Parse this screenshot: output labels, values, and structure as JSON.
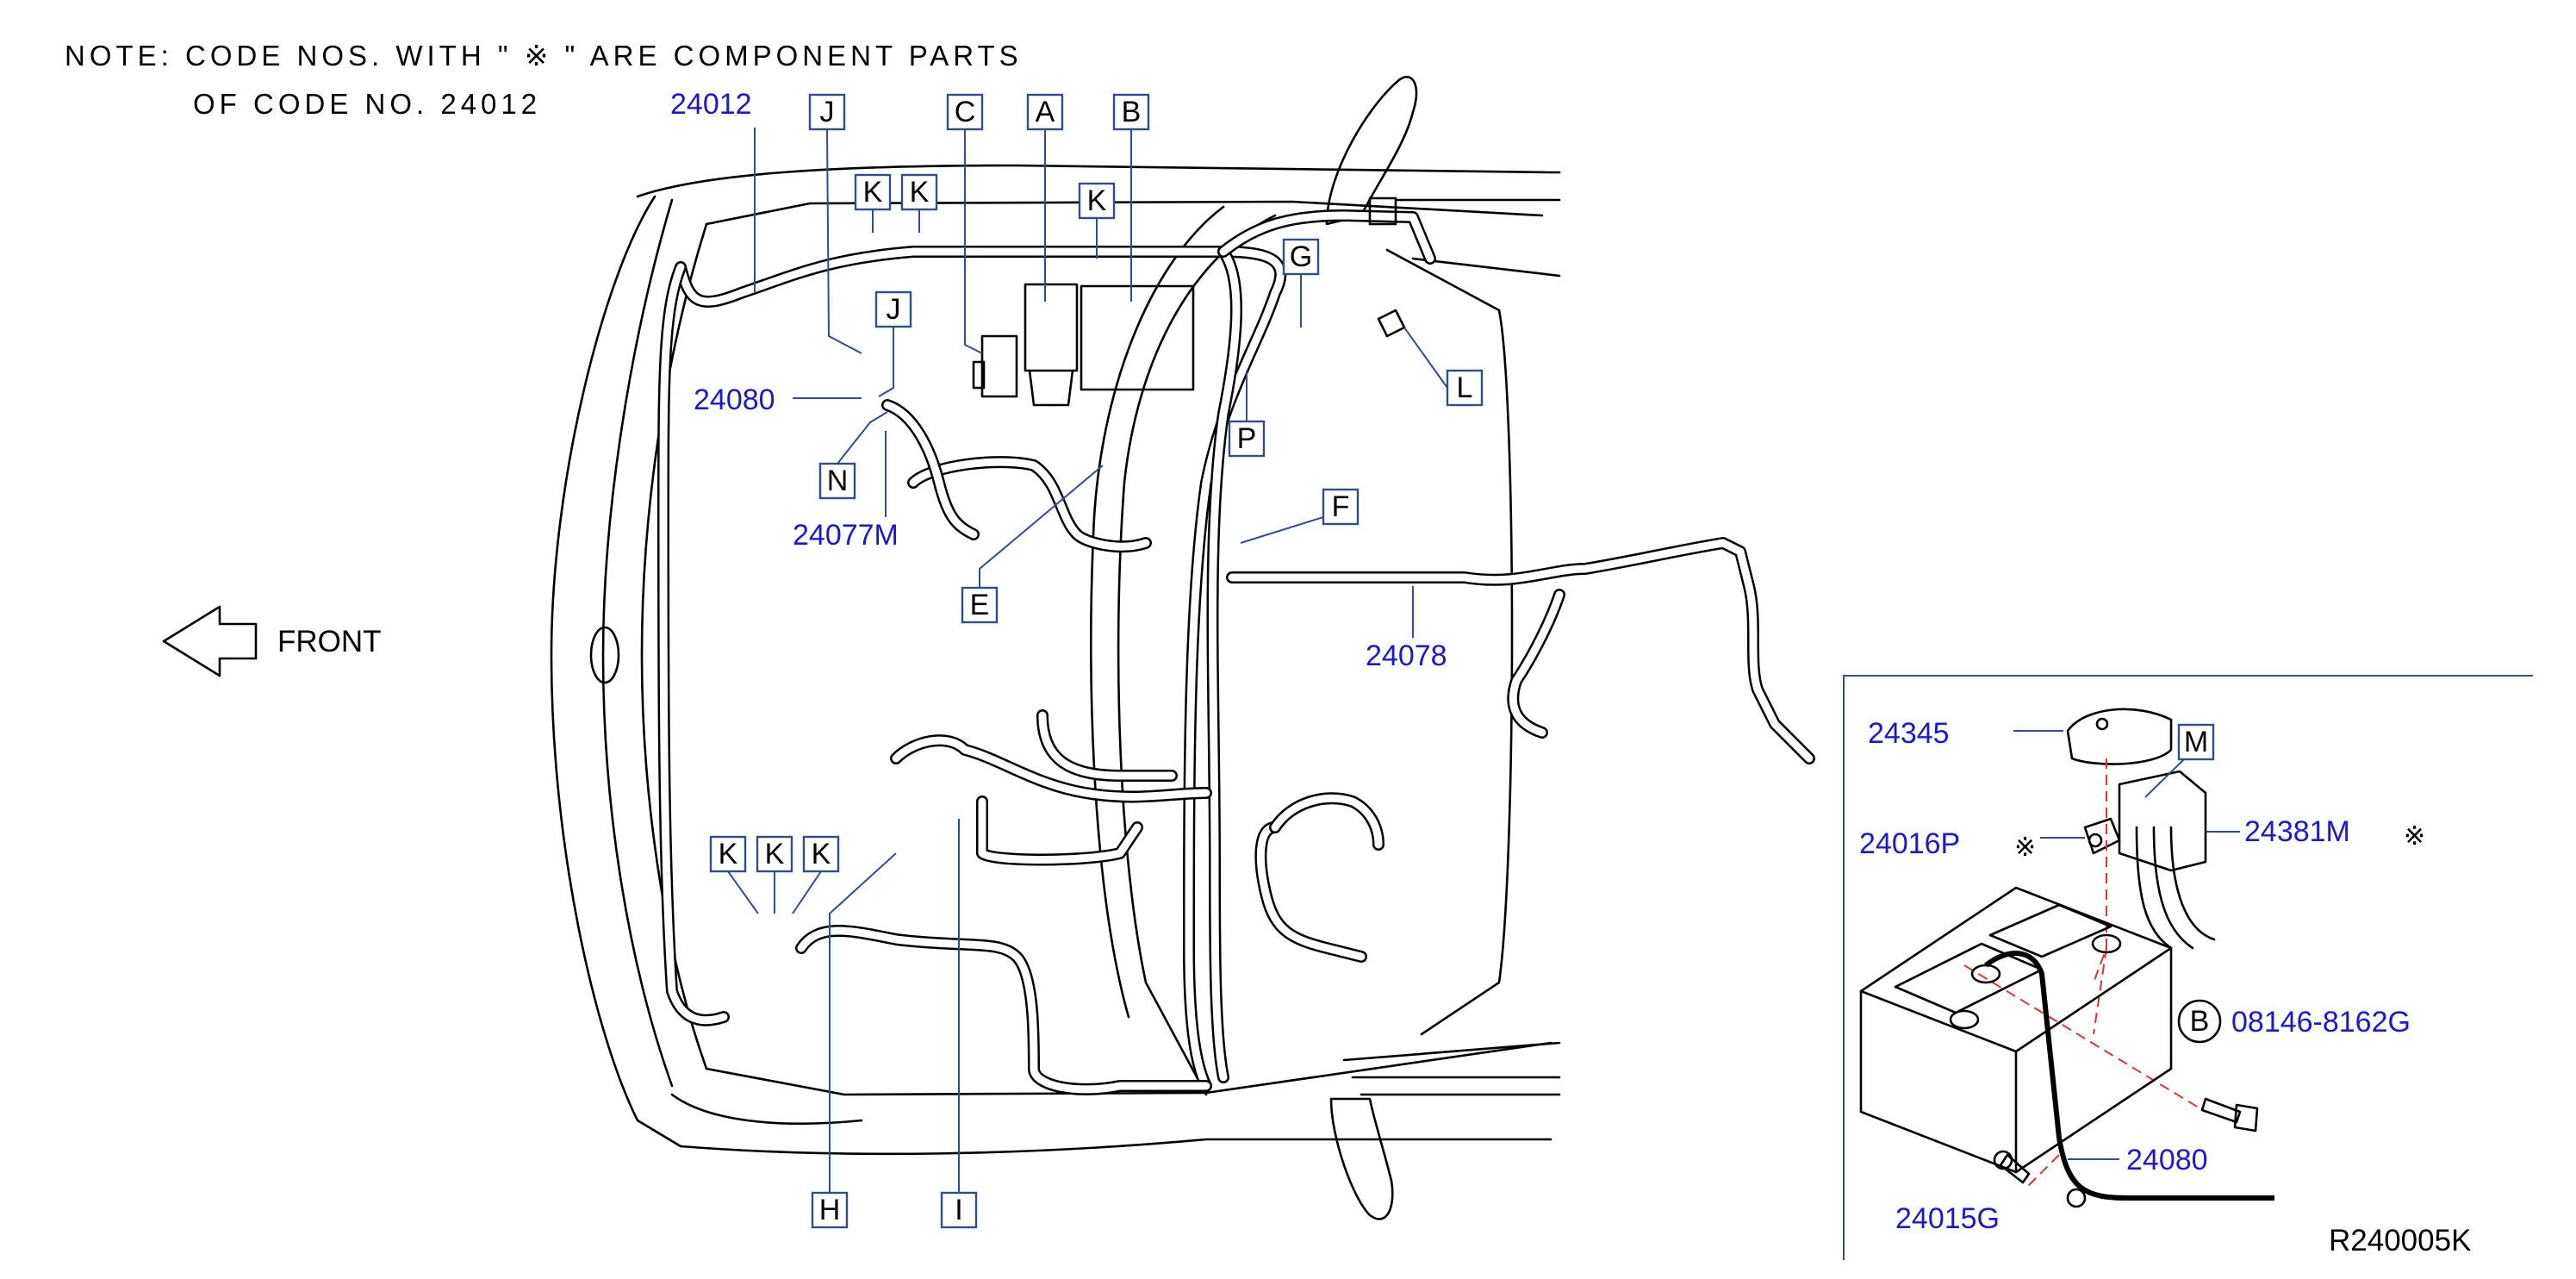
{
  "note": {
    "line1": "NOTE:  CODE NOS. WITH \" ※ \" ARE COMPONENT PARTS",
    "line2": "OF CODE NO. 24012"
  },
  "front_label": "FRONT",
  "drawing_code": "R240005K",
  "callouts": {
    "A": "A",
    "B": "B",
    "C": "C",
    "E": "E",
    "F": "F",
    "G": "G",
    "H": "H",
    "I": "I",
    "J": "J",
    "L": "L",
    "M": "M",
    "N": "N",
    "P": "P",
    "K": "K",
    "B_circle": "B"
  },
  "part_numbers": {
    "p24012": "24012",
    "p24080_main": "24080",
    "p24077M": "24077M",
    "p24078": "24078",
    "p24345": "24345",
    "p24016P": "24016P",
    "p24381M": "24381M",
    "p08146": "08146-8162G",
    "p24080_inset": "24080",
    "p24015G": "24015G"
  },
  "component_mark": "※",
  "colors": {
    "part_number": "#1a1acc",
    "leader": "#2f4e8c",
    "dashed_line": "#d33333",
    "line": "#000000"
  }
}
